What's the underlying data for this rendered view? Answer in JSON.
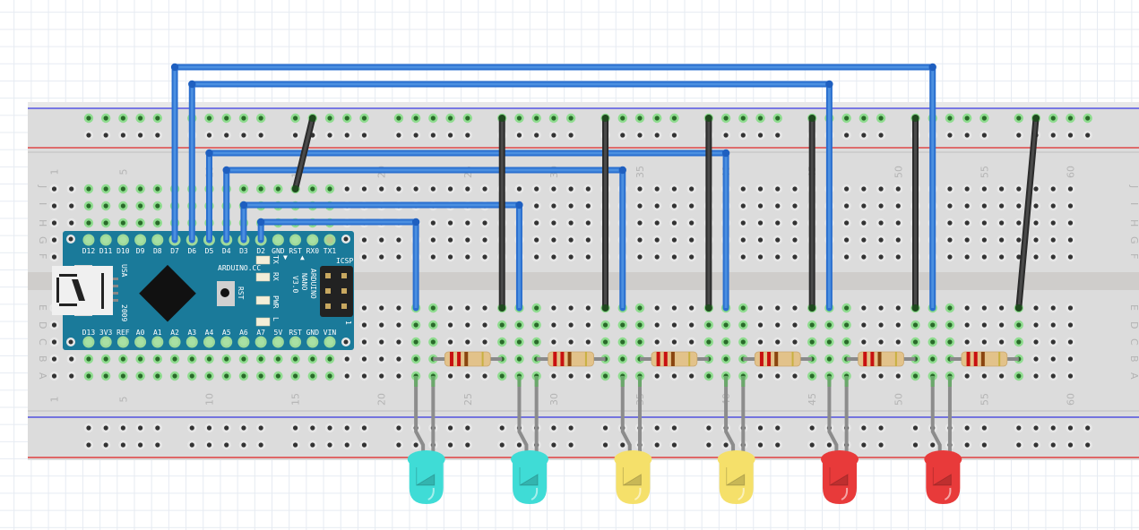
{
  "app": {
    "view": "Fritzing breadboard view"
  },
  "breadboard": {
    "row_labels_top": [
      "J",
      "I",
      "H",
      "G",
      "F"
    ],
    "row_labels_bottom": [
      "E",
      "D",
      "C",
      "B",
      "A"
    ],
    "column_count": 60,
    "column_number_labels": [
      "1",
      "5",
      "10",
      "15",
      "20",
      "25",
      "30",
      "35",
      "40",
      "45",
      "50",
      "55",
      "60"
    ],
    "colors": {
      "body": "#dcdcdc",
      "rail_red": "#e03030",
      "rail_blue": "#3030e0",
      "hole": "#333333",
      "hole_active": "#2a6a2a",
      "hole_glow": "#8fdc8f"
    }
  },
  "arduino": {
    "title": "ARDUINO NANO V3.0",
    "line1": "ARDUINO",
    "line2": "NANO",
    "line3": "V3.0",
    "brand": "ARDUINO.CC",
    "country": "USA",
    "year": "2009",
    "icsp": "ICSP",
    "icsp_pin1": "1",
    "reset_label": "RST",
    "leds": [
      "TX",
      "RX",
      "PWR",
      "L"
    ],
    "top_pins": [
      "D12",
      "D11",
      "D10",
      "D9",
      "D8",
      "D7",
      "D6",
      "D5",
      "D4",
      "D3",
      "D2",
      "GND",
      "RST",
      "RX0",
      "TX1"
    ],
    "bottom_pins": [
      "D13",
      "3V3",
      "REF",
      "A0",
      "A1",
      "A2",
      "A3",
      "A4",
      "A5",
      "A6",
      "A7",
      "5V",
      "RST",
      "GND",
      "VIN"
    ],
    "color": "#1a7a9a"
  },
  "wires": {
    "signal": [
      {
        "from_pin": "D7",
        "to_column": 52
      },
      {
        "from_pin": "D6",
        "to_column": 46
      },
      {
        "from_pin": "D5",
        "to_column": 40
      },
      {
        "from_pin": "D4",
        "to_column": 34
      },
      {
        "from_pin": "D3",
        "to_column": 28
      },
      {
        "from_pin": "D2",
        "to_column": 22
      }
    ],
    "ground": [
      {
        "from_column": 15,
        "from_row": "J",
        "to": "top-rail"
      },
      {
        "from_column": 27,
        "from_row": "E",
        "to": "top-rail"
      },
      {
        "from_column": 33,
        "from_row": "E",
        "to": "top-rail"
      },
      {
        "from_column": 39,
        "from_row": "E",
        "to": "top-rail"
      },
      {
        "from_column": 45,
        "from_row": "E",
        "to": "top-rail"
      },
      {
        "from_column": 51,
        "from_row": "E",
        "to": "top-rail"
      },
      {
        "from_column": 57,
        "from_row": "E",
        "to": "top-rail"
      }
    ],
    "signal_color": "#2a6fcf",
    "ground_color": "#2b2b2b"
  },
  "resistors": [
    {
      "from_column": 23,
      "to_column": 27,
      "bands": [
        "red",
        "red",
        "brown",
        "gold"
      ]
    },
    {
      "from_column": 29,
      "to_column": 33,
      "bands": [
        "red",
        "red",
        "brown",
        "gold"
      ]
    },
    {
      "from_column": 35,
      "to_column": 39,
      "bands": [
        "red",
        "red",
        "brown",
        "gold"
      ]
    },
    {
      "from_column": 41,
      "to_column": 45,
      "bands": [
        "red",
        "red",
        "brown",
        "gold"
      ]
    },
    {
      "from_column": 47,
      "to_column": 51,
      "bands": [
        "red",
        "red",
        "brown",
        "gold"
      ]
    },
    {
      "from_column": 53,
      "to_column": 57,
      "bands": [
        "red",
        "red",
        "brown",
        "gold"
      ]
    }
  ],
  "leds": [
    {
      "color_name": "cyan",
      "color": "#3fdcd6",
      "columns": [
        22,
        23
      ]
    },
    {
      "color_name": "cyan",
      "color": "#3fdcd6",
      "columns": [
        28,
        29
      ]
    },
    {
      "color_name": "yellow",
      "color": "#f5e06a",
      "columns": [
        34,
        35
      ]
    },
    {
      "color_name": "yellow",
      "color": "#f5e06a",
      "columns": [
        40,
        41
      ]
    },
    {
      "color_name": "red",
      "color": "#e83a3a",
      "columns": [
        46,
        47
      ]
    },
    {
      "color_name": "red",
      "color": "#e83a3a",
      "columns": [
        52,
        53
      ]
    }
  ]
}
